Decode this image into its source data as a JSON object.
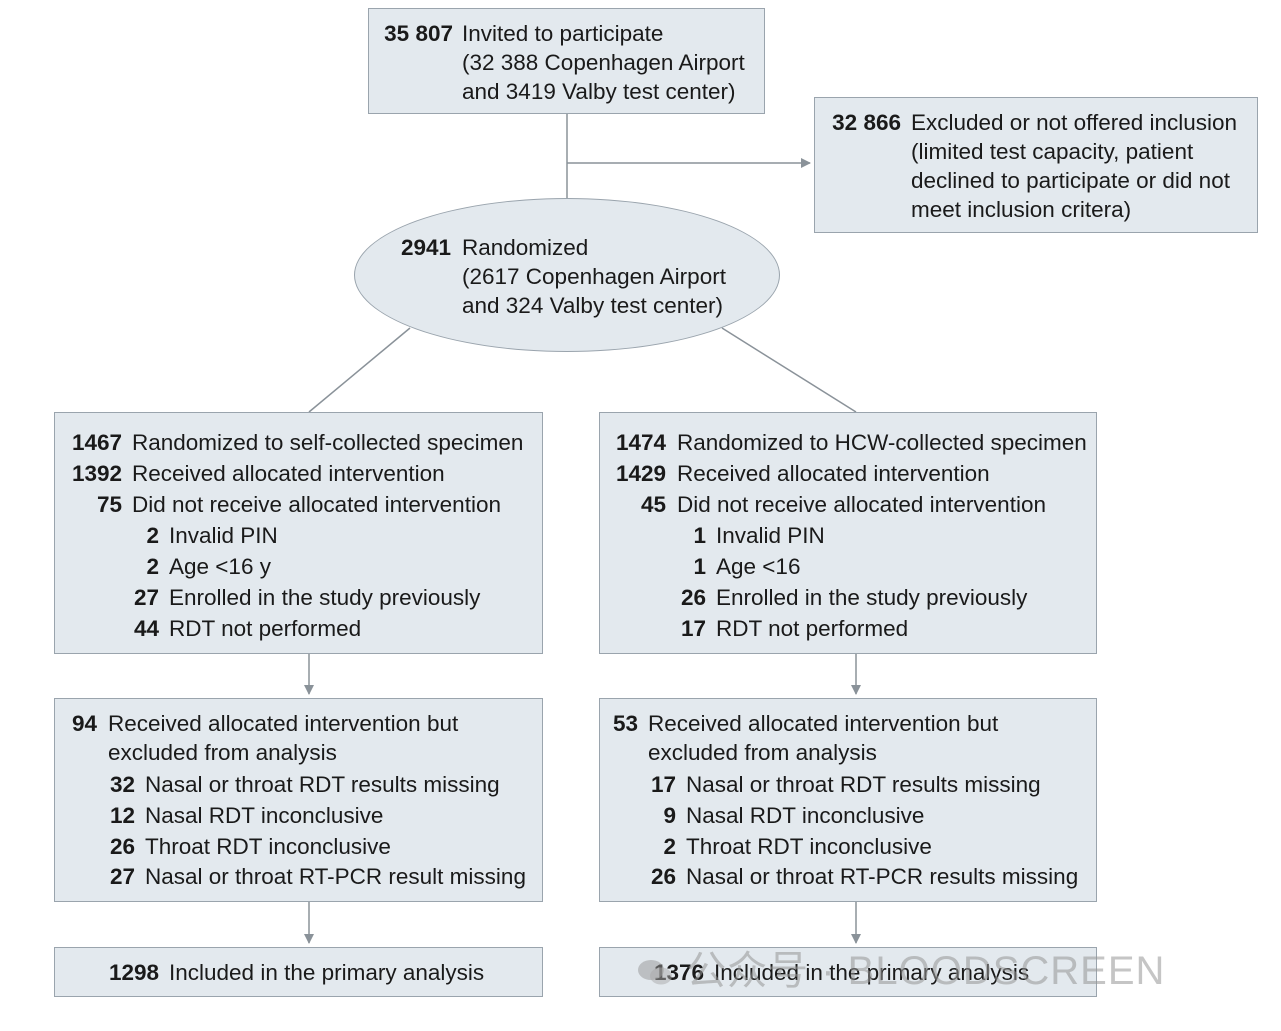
{
  "invited": {
    "num": "35 807",
    "lines": [
      "Invited to participate",
      "(32 388 Copenhagen Airport",
      "and 3419 Valby test center)"
    ]
  },
  "excluded": {
    "num": "32 866",
    "lines": [
      "Excluded or not offered inclusion",
      "(limited test capacity, patient",
      "declined to participate or did not",
      "meet inclusion critera)"
    ]
  },
  "randomized": {
    "num": "2941",
    "lines": [
      "Randomized",
      "(2617 Copenhagen Airport",
      "and 324 Valby test center)"
    ]
  },
  "left_alloc": {
    "rows": [
      {
        "num": "1467",
        "text": "Randomized to self-collected specimen"
      },
      {
        "num": "1392",
        "text": "Received allocated intervention"
      },
      {
        "num": "75",
        "text": "Did not receive allocated intervention"
      },
      {
        "num": "2",
        "text": "Invalid PIN"
      },
      {
        "num": "2",
        "text": "Age <16 y"
      },
      {
        "num": "27",
        "text": "Enrolled in the study previously"
      },
      {
        "num": "44",
        "text": "RDT not performed"
      }
    ]
  },
  "right_alloc": {
    "rows": [
      {
        "num": "1474",
        "text": "Randomized to HCW-collected specimen"
      },
      {
        "num": "1429",
        "text": "Received allocated intervention"
      },
      {
        "num": "45",
        "text": "Did not receive allocated intervention"
      },
      {
        "num": "1",
        "text": "Invalid PIN"
      },
      {
        "num": "1",
        "text": "Age <16"
      },
      {
        "num": "26",
        "text": "Enrolled in the study previously"
      },
      {
        "num": "17",
        "text": "RDT not performed"
      }
    ]
  },
  "left_excl": {
    "num": "94",
    "lines": [
      "Received allocated intervention but",
      "excluded from analysis"
    ],
    "rows": [
      {
        "num": "32",
        "text": "Nasal or throat RDT results missing"
      },
      {
        "num": "12",
        "text": "Nasal RDT inconclusive"
      },
      {
        "num": "26",
        "text": "Throat RDT inconclusive"
      },
      {
        "num": "27",
        "text": "Nasal or throat RT-PCR result missing"
      }
    ]
  },
  "right_excl": {
    "num": "53",
    "lines": [
      "Received allocated intervention but",
      "excluded from analysis"
    ],
    "rows": [
      {
        "num": "17",
        "text": "Nasal or throat RDT results missing"
      },
      {
        "num": "9",
        "text": "Nasal RDT inconclusive"
      },
      {
        "num": "2",
        "text": "Throat RDT inconclusive"
      },
      {
        "num": "26",
        "text": "Nasal or throat RT-PCR results missing"
      }
    ]
  },
  "left_final": {
    "num": "1298",
    "text": "Included in the primary analysis"
  },
  "right_final": {
    "num": "1376",
    "text": "Included in the primary analysis"
  },
  "watermark": "公众号 · BLOODSCREEN",
  "colors": {
    "box_fill": "#e3e9ee",
    "box_border": "#9aa4ad",
    "line": "#8a9299"
  }
}
